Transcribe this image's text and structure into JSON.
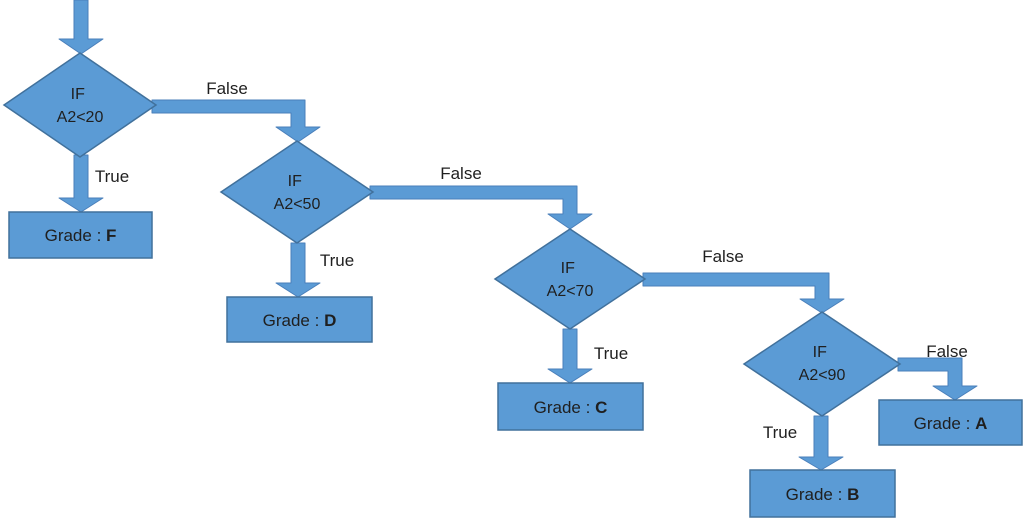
{
  "diagram": {
    "type": "flowchart",
    "description": "Nested IF grading flowchart",
    "colors": {
      "shape_fill": "#5b9bd5",
      "shape_border": "#41719c",
      "text": "#1f1f1f",
      "background": "#ffffff"
    },
    "decisions": [
      {
        "line1": "IF",
        "line2": "A2<20",
        "true_label": "True",
        "false_label": "False"
      },
      {
        "line1": "IF",
        "line2": "A2<50",
        "true_label": "True",
        "false_label": "False"
      },
      {
        "line1": "IF",
        "line2": "A2<70",
        "true_label": "True",
        "false_label": "False"
      },
      {
        "line1": "IF",
        "line2": "A2<90",
        "true_label": "True",
        "false_label": "False"
      }
    ],
    "results": [
      {
        "prefix": "Grade : ",
        "grade": "F"
      },
      {
        "prefix": "Grade : ",
        "grade": "D"
      },
      {
        "prefix": "Grade : ",
        "grade": "C"
      },
      {
        "prefix": "Grade : ",
        "grade": "B"
      },
      {
        "prefix": "Grade : ",
        "grade": "A"
      }
    ]
  }
}
